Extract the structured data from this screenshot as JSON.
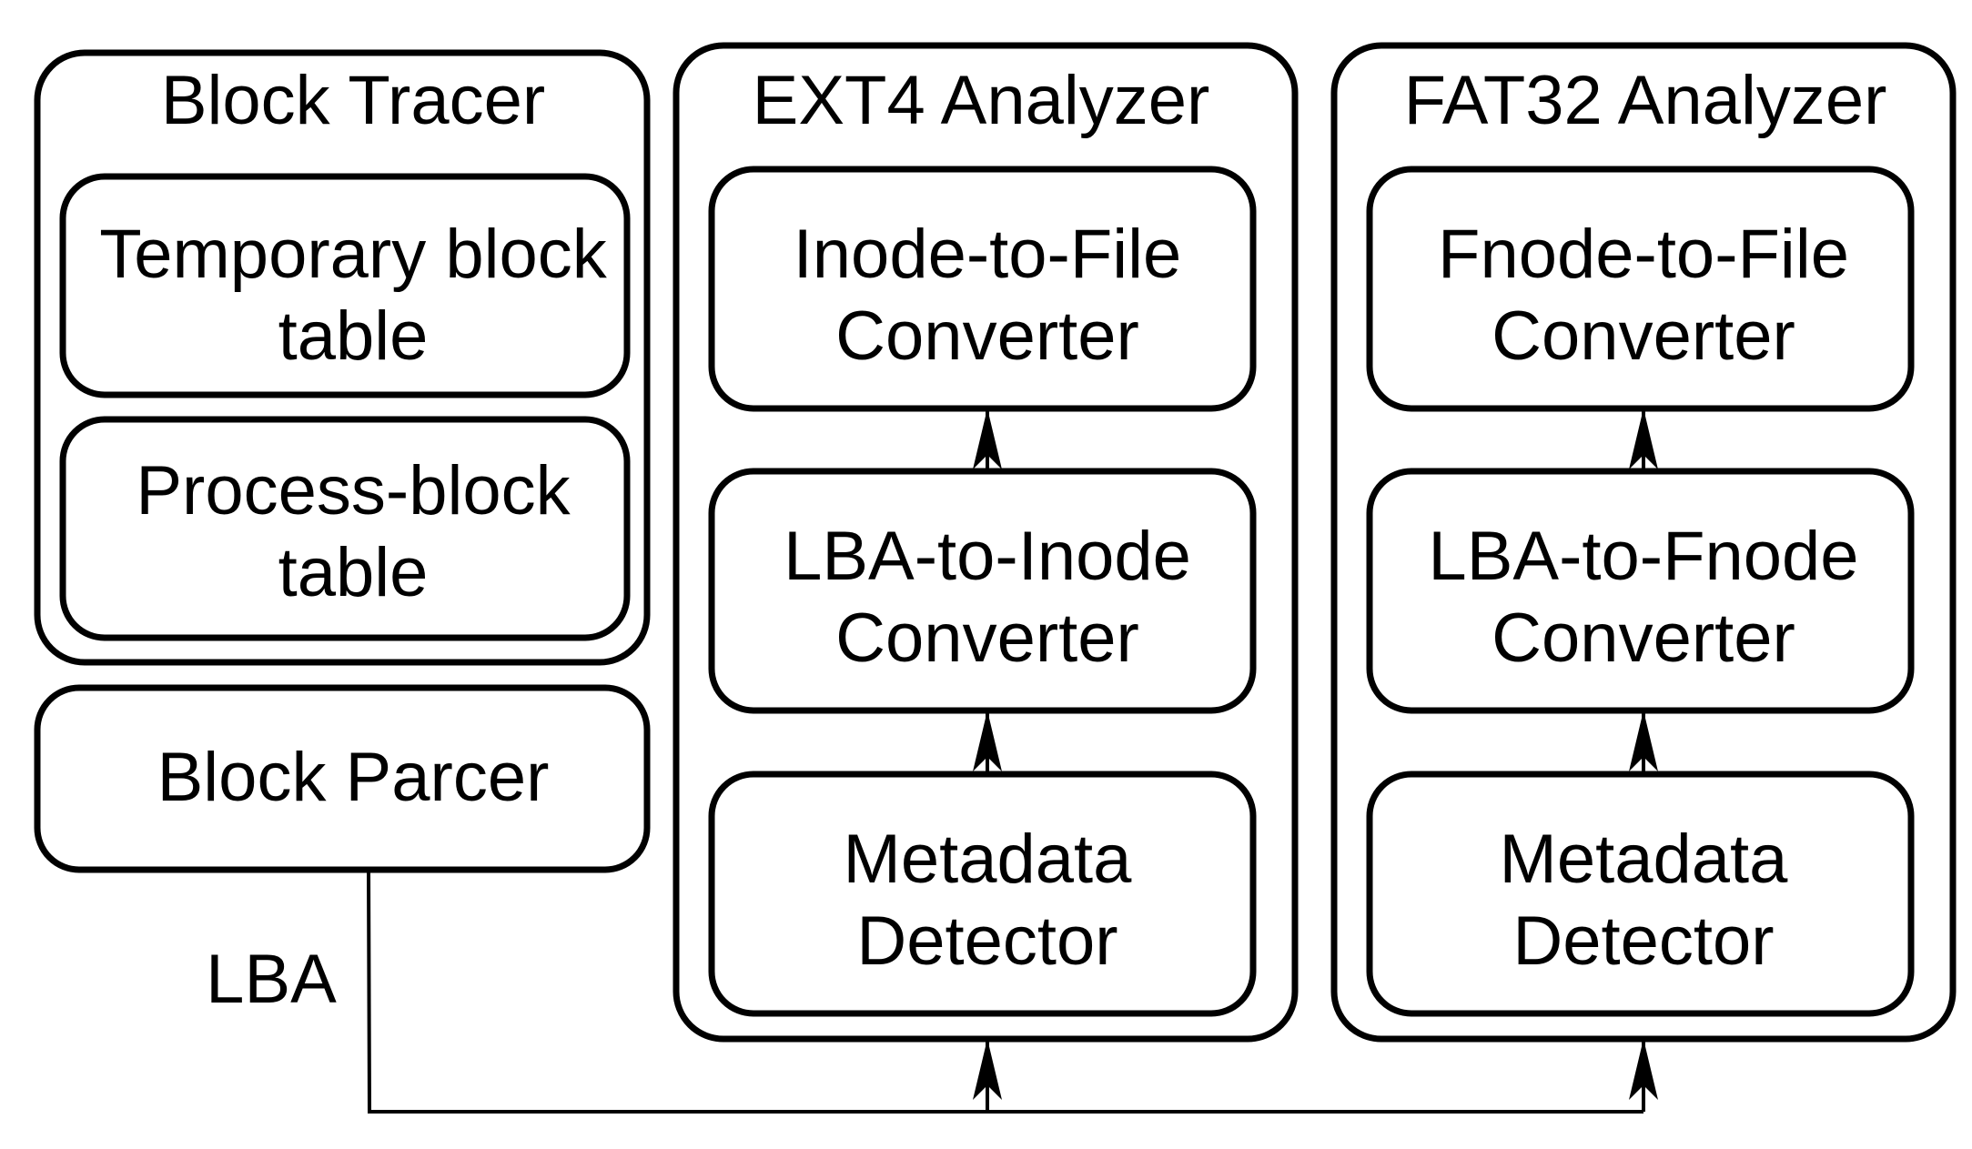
{
  "block_tracer": {
    "title": "Block Tracer",
    "temporary_table": [
      "Temporary block",
      "table"
    ],
    "process_table": [
      "Process-block",
      "table"
    ]
  },
  "block_parser": {
    "label": "Block Parcer"
  },
  "connector": {
    "label": "LBA"
  },
  "ext4_analyzer": {
    "title": "EXT4 Analyzer",
    "file_converter": [
      "Inode-to-File",
      "Converter"
    ],
    "lba_converter": [
      "LBA-to-Inode",
      "Converter"
    ],
    "metadata_detector": [
      "Metadata",
      "Detector"
    ]
  },
  "fat32_analyzer": {
    "title": "FAT32 Analyzer",
    "file_converter": [
      "Fnode-to-File",
      "Converter"
    ],
    "lba_converter": [
      "LBA-to-Fnode",
      "Converter"
    ],
    "metadata_detector": [
      "Metadata",
      "Detector"
    ]
  }
}
